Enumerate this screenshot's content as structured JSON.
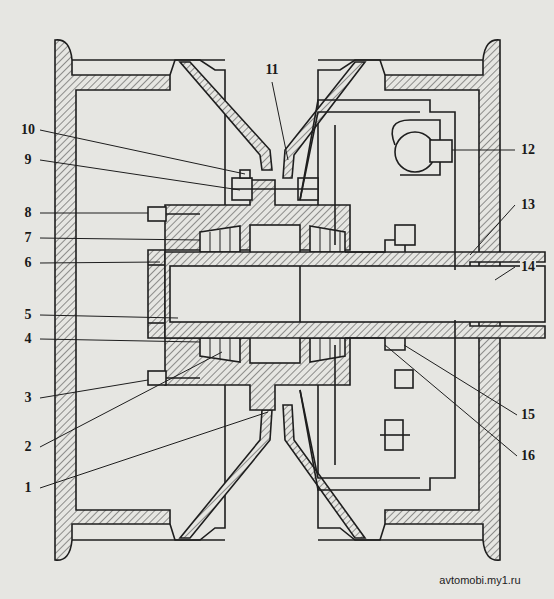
{
  "diagram": {
    "labels": [
      "1",
      "2",
      "3",
      "4",
      "5",
      "6",
      "7",
      "8",
      "9",
      "10",
      "11",
      "12",
      "13",
      "14",
      "15",
      "16",
      "avtomobi.my1.ru"
    ]
  }
}
